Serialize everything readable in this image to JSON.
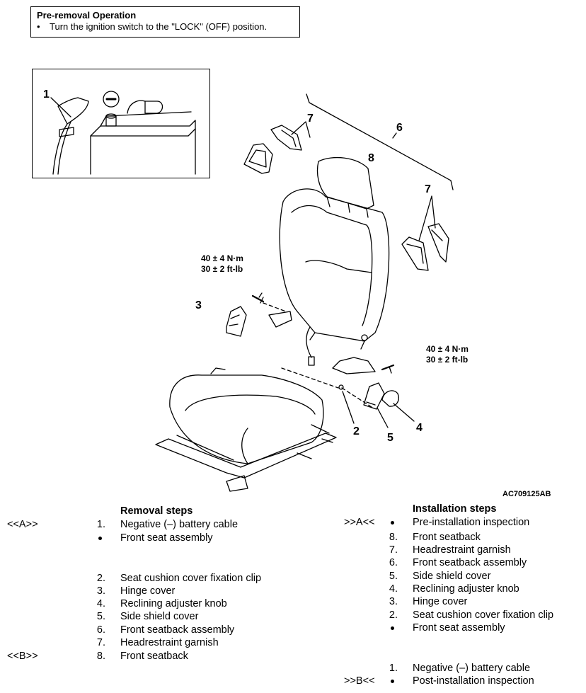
{
  "pre_removal": {
    "title": "Pre-removal Operation",
    "item": "Turn the ignition switch to the \"LOCK\" (OFF) position."
  },
  "figure": {
    "code": "AC709125AB",
    "callouts": {
      "c1": "1",
      "c2": "2",
      "c3": "3",
      "c4": "4",
      "c5": "5",
      "c6": "6",
      "c7a": "7",
      "c7b": "7",
      "c8": "8"
    },
    "torque_left": {
      "nm": "40 ± 4 N·m",
      "ftlb": "30 ± 2 ft-lb"
    },
    "torque_right": {
      "nm": "40 ± 4 N·m",
      "ftlb": "30 ± 2 ft-lb"
    },
    "battery_sign": "−"
  },
  "removal": {
    "title": "Removal steps",
    "rows": [
      {
        "ref": "<<A>>",
        "num": "1.",
        "label": "Negative (–) battery cable"
      },
      {
        "ref": "",
        "num": "•",
        "label": "Front seat assembly"
      },
      {
        "ref": "",
        "num": "2.",
        "label": "Seat cushion cover fixation clip"
      },
      {
        "ref": "",
        "num": "3.",
        "label": "Hinge cover"
      },
      {
        "ref": "",
        "num": "4.",
        "label": "Reclining adjuster knob"
      },
      {
        "ref": "",
        "num": "5.",
        "label": "Side shield cover"
      },
      {
        "ref": "",
        "num": "6.",
        "label": "Front seatback assembly"
      },
      {
        "ref": "",
        "num": "7.",
        "label": "Headrestraint garnish"
      },
      {
        "ref": "<<B>>",
        "num": "8.",
        "label": "Front seatback"
      }
    ]
  },
  "installation": {
    "title": "Installation steps",
    "rows": [
      {
        "ref": ">>A<<",
        "num": "•",
        "label": "Pre-installation inspection"
      },
      {
        "ref": "",
        "num": "8.",
        "label": "Front seatback"
      },
      {
        "ref": "",
        "num": "7.",
        "label": "Headrestraint garnish"
      },
      {
        "ref": "",
        "num": "6.",
        "label": "Front seatback assembly"
      },
      {
        "ref": "",
        "num": "5.",
        "label": "Side shield cover"
      },
      {
        "ref": "",
        "num": "4.",
        "label": "Reclining adjuster knob"
      },
      {
        "ref": "",
        "num": "3.",
        "label": "Hinge cover"
      },
      {
        "ref": "",
        "num": "2.",
        "label": "Seat cushion cover fixation clip"
      },
      {
        "ref": "",
        "num": "•",
        "label": "Front seat assembly"
      },
      {
        "ref": "",
        "num": "1.",
        "label": "Negative (–) battery cable"
      },
      {
        "ref": ">>B<<",
        "num": "•",
        "label": "Post-installation inspection"
      }
    ]
  }
}
